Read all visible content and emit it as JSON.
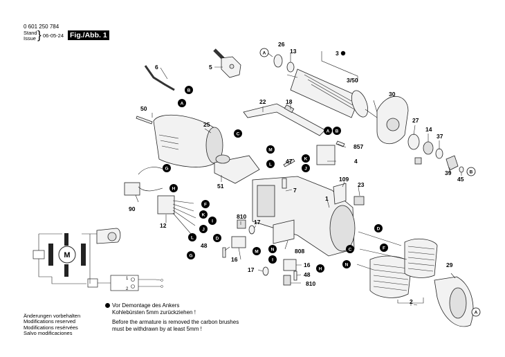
{
  "header": {
    "part_number": "0 601 250 784",
    "stand_label": "Stand",
    "issue_label": "Issue",
    "date": "06-05-24",
    "figure_label": "Fig./Abb. 1"
  },
  "footer": {
    "modifications": [
      "Änderungen vorbehalten",
      "Modifications reserved",
      "Modifications resérvées",
      "Salvo modificaciones"
    ],
    "note_de_1": "Vor Demontage des Ankers",
    "note_de_2": "Kohlebürsten 5mm zurückziehen !",
    "note_en_1": "Before the armature is removed the carbon brushes",
    "note_en_2": "must be withdrawn by at least 5mm !"
  },
  "part_labels": {
    "p6": "6",
    "p5": "5",
    "p26": "26",
    "p13": "13",
    "p3": "3",
    "p3_50": "3/50",
    "p22": "22",
    "p18": "18",
    "p30": "30",
    "p50": "50",
    "p25": "25",
    "p857": "857",
    "p27": "27",
    "p14": "14",
    "p37": "37",
    "p47": "47",
    "p4": "4",
    "p39": "39",
    "p45": "45",
    "p51": "51",
    "p7": "7",
    "p109": "109",
    "p23": "23",
    "p1": "1",
    "p90": "90",
    "p12": "12",
    "p810a": "810",
    "p17a": "17",
    "p48a": "48",
    "p16a": "16",
    "p808": "808",
    "p16b": "16",
    "p17b": "17",
    "p48b": "48",
    "p810b": "810",
    "p29": "29",
    "p2": "2"
  },
  "connectors": {
    "A": "A",
    "B": "B",
    "C": "C",
    "D": "D",
    "F": "F",
    "G": "G",
    "H": "H",
    "I": "I",
    "J": "J",
    "K": "K",
    "L": "L",
    "M": "M",
    "N": "N"
  },
  "wiring": {
    "motor_label": "M",
    "switch_pos_1": "1",
    "switch_pos_2": "2"
  }
}
